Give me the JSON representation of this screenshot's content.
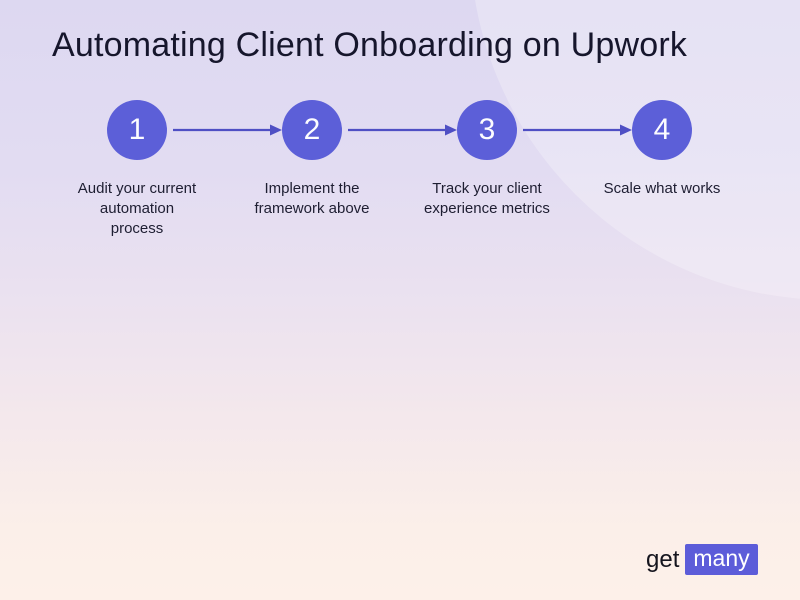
{
  "title": "Automating Client Onboarding on Upwork",
  "steps": [
    {
      "number": "1",
      "label": "Audit your current\nautomation\nprocess"
    },
    {
      "number": "2",
      "label": "Implement the\nframework above"
    },
    {
      "number": "3",
      "label": "Track your client\nexperience metrics"
    },
    {
      "number": "4",
      "label": "Scale what works"
    }
  ],
  "logo": {
    "prefix": "get",
    "suffix": "many"
  },
  "colors": {
    "accent_circle": "#5c5fd8",
    "arrow": "#4f4fc4",
    "title_text": "#16162c",
    "body_text": "#1e1e32",
    "step_number_text": "#ffffff",
    "logo_prefix_text": "#15151e",
    "logo_badge_background": "#5c5cd9",
    "logo_badge_text": "#ffffff",
    "background_top": "#ddd8f1",
    "background_bottom": "#fdf0e9"
  }
}
